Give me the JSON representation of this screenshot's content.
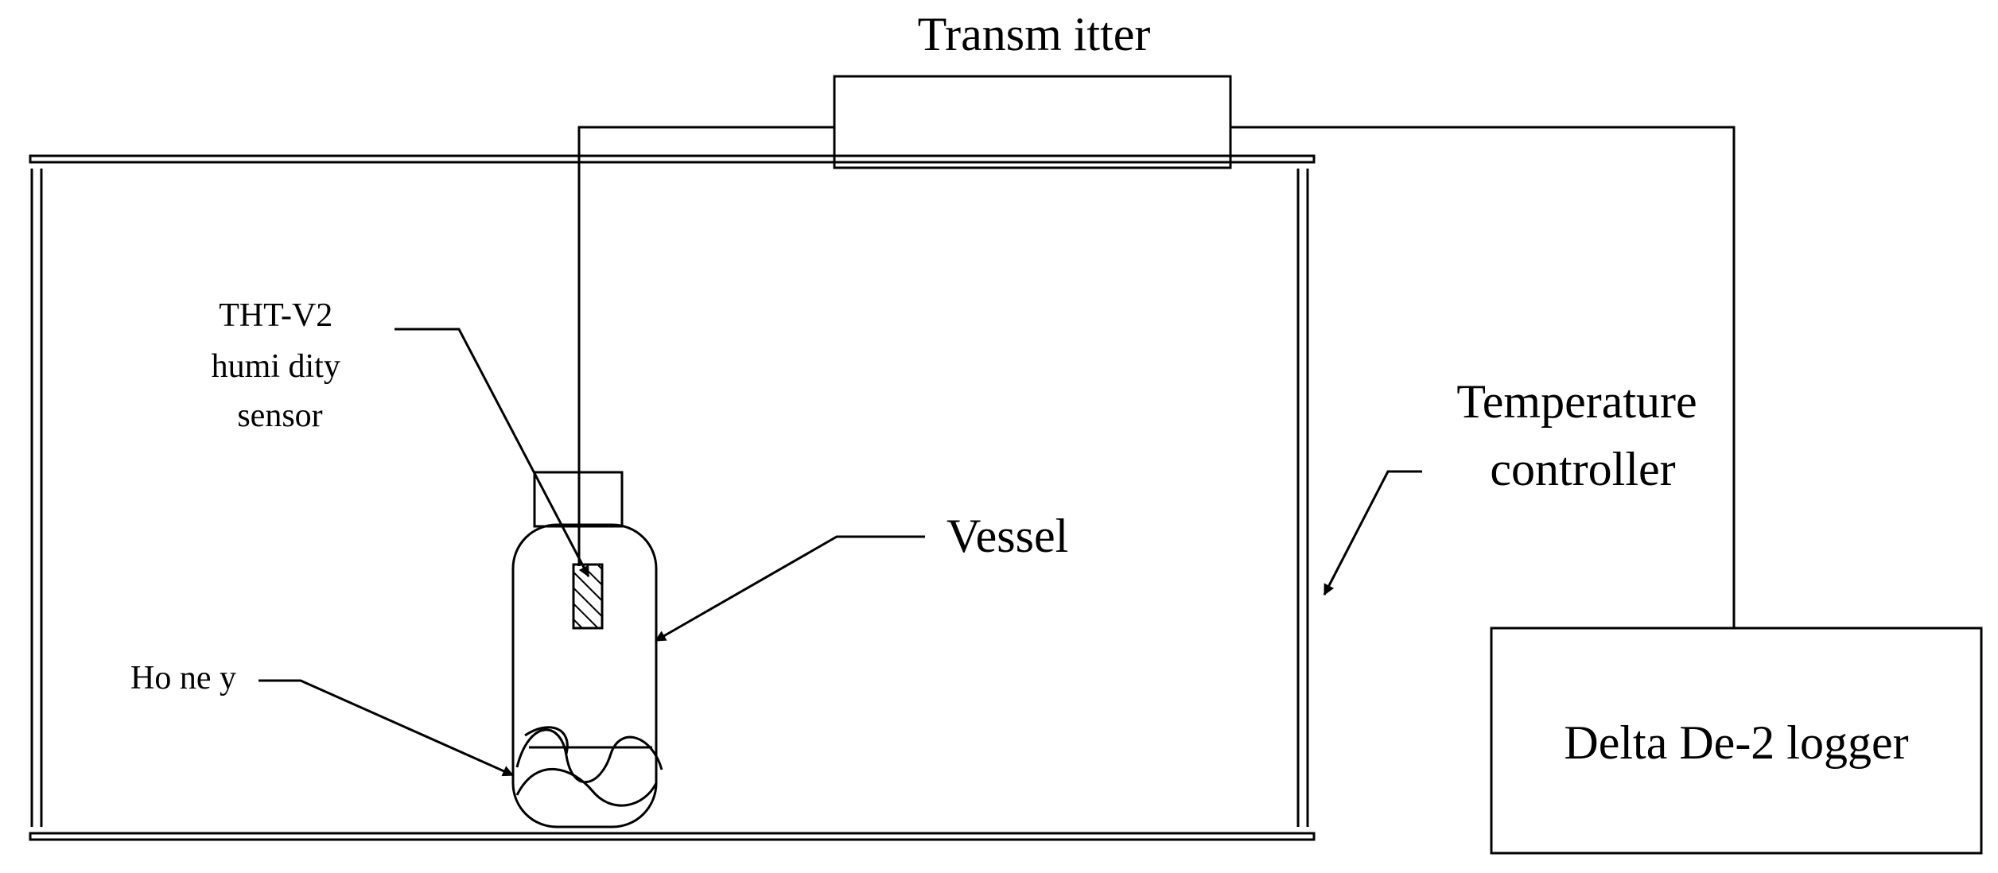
{
  "labels": {
    "transmitter": "Transm itter",
    "sensor": [
      "THT-V2",
      "humi dity",
      "sensor"
    ],
    "temperature_controller": [
      "Temperature",
      "controller"
    ],
    "vessel": "Vessel",
    "honey": "Ho ne y",
    "logger": "Delta De-2 logger"
  }
}
